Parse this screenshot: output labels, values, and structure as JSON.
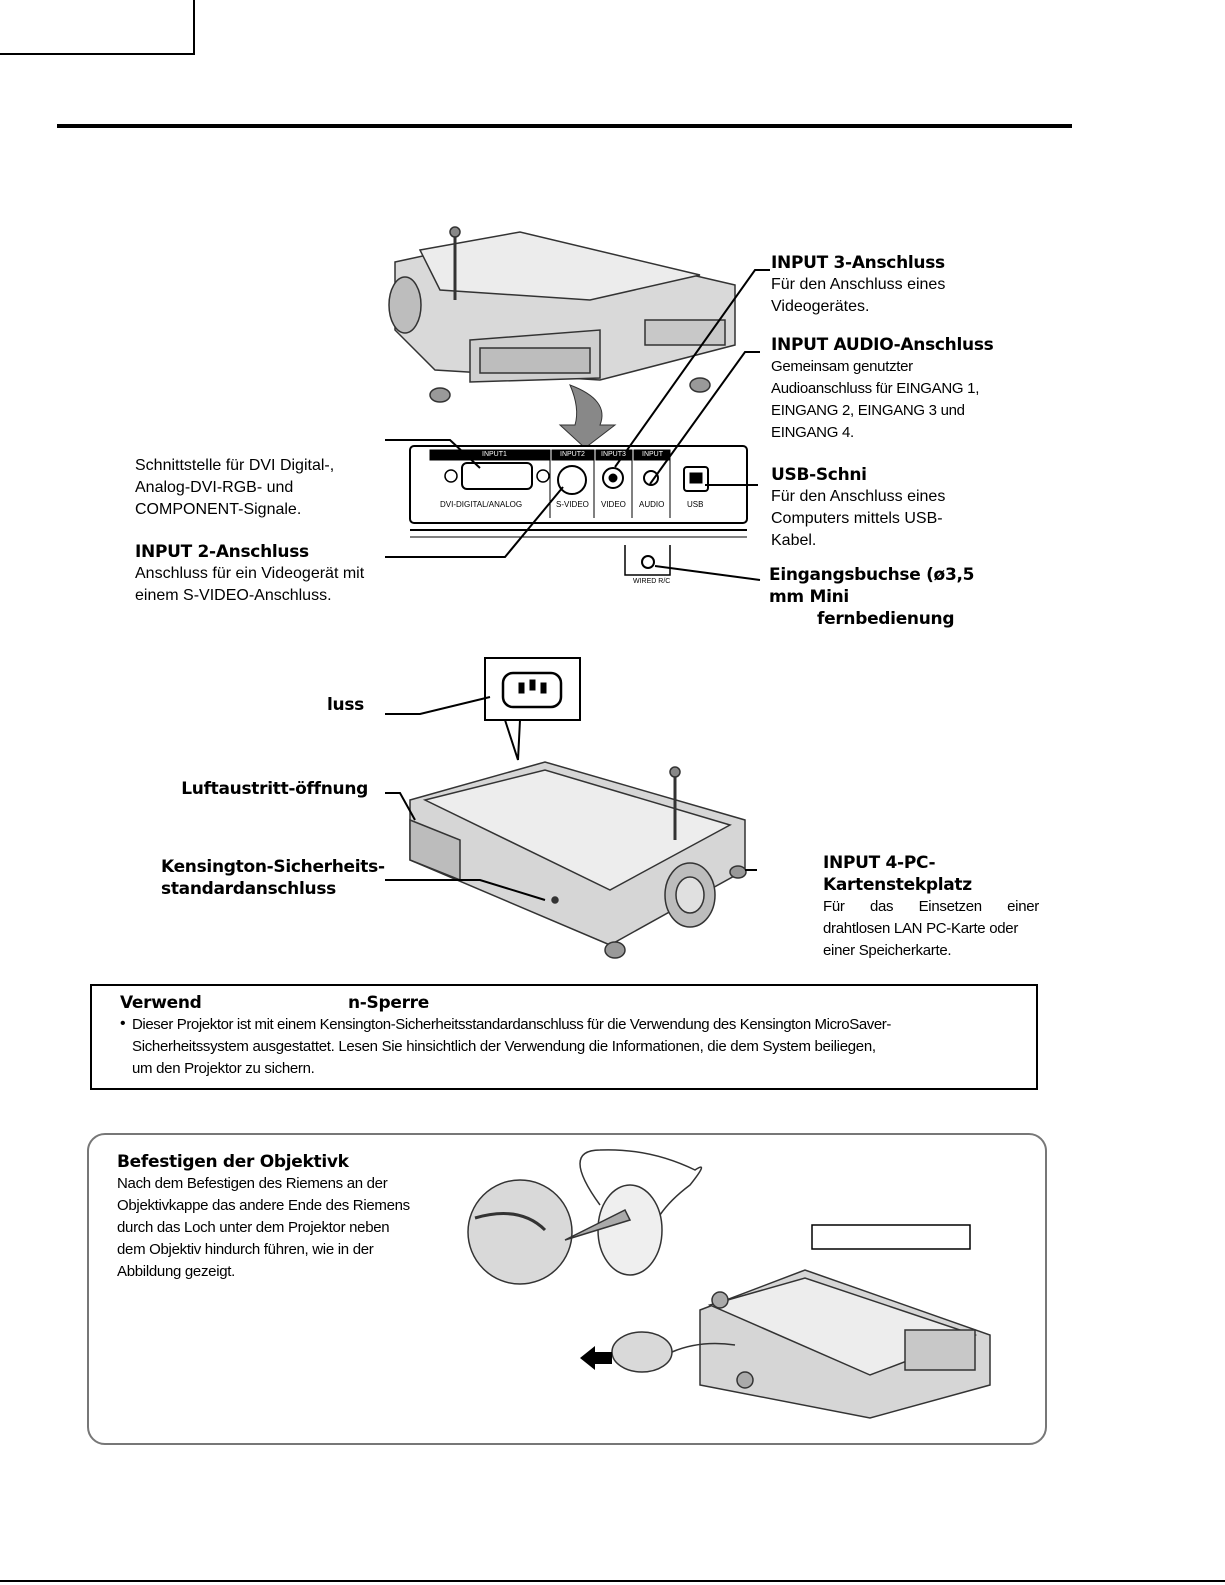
{
  "input3": {
    "title": "INPUT 3-Anschluss",
    "lines": [
      "Für den Anschluss eines",
      "Videogerätes."
    ]
  },
  "input_audio": {
    "title": "INPUT AUDIO-Anschluss",
    "lines": [
      "Gemeinsam genutzter",
      "Audioanschluss für EINGANG 1,",
      "EINGANG 2, EINGANG 3 und",
      "EINGANG 4."
    ]
  },
  "usb": {
    "title": "USB-Schni",
    "lines": [
      "Für den Anschluss eines",
      "Computers mittels USB-",
      "Kabel."
    ]
  },
  "wired_rc": {
    "title_lines": [
      "Eingangsbuchse (ø3,5",
      "mm Mini",
      "fernbedienung"
    ]
  },
  "dvi": {
    "lines": [
      "Schnittstelle für DVI Digital-,",
      "Analog-DVI-RGB- und",
      "COMPONENT-Signale."
    ]
  },
  "input2": {
    "title": "INPUT 2-Anschluss",
    "lines": [
      "Anschluss für ein Videogerät mit",
      "einem S-VIDEO-Anschluss."
    ]
  },
  "power": {
    "title": "luss"
  },
  "exhaust": {
    "title": "Luftaustritt-öffnung"
  },
  "kensington": {
    "title_lines": [
      "Kensington-Sicherheits-",
      "standardanschluss"
    ]
  },
  "input4": {
    "title_lines": [
      "INPUT 4-PC-",
      "Kartenstekplatz"
    ],
    "lines": [
      "Für das Einsetzen einer",
      "drahtlosen LAN PC-Karte oder",
      "einer Speicherkarte."
    ]
  },
  "panel": {
    "input1": "INPUT1",
    "input2": "INPUT2",
    "input3": "INPUT3",
    "input": "INPUT",
    "dvi_label": "DVI-DIGITAL/ANALOG",
    "svideo_label": "S-VIDEO",
    "video_label": "VIDEO",
    "audio_label": "AUDIO",
    "usb_label": "USB",
    "wired_label": "WIRED R/C"
  },
  "note": {
    "title_a": "Verwend",
    "title_b": "n-Sperre",
    "bullet": "•",
    "lines": [
      "Dieser Projektor ist mit einem Kensington-Sicherheitsstandardanschluss für die Verwendung des Kensington MicroSaver-",
      "Sicherheitssystem ausgestattet. Lesen Sie hinsichtlich der Verwendung die Informationen, die dem System beiliegen,",
      "um den Projektor zu sichern."
    ]
  },
  "lens_cap": {
    "title": "Befestigen der Objektivk",
    "lines": [
      "Nach dem Befestigen des Riemens an der",
      "Objektivkappe das andere Ende des Riemens",
      "durch das Loch unter dem Projektor neben",
      "dem Objektiv hindurch führen, wie in der",
      "Abbildung gezeigt."
    ]
  }
}
